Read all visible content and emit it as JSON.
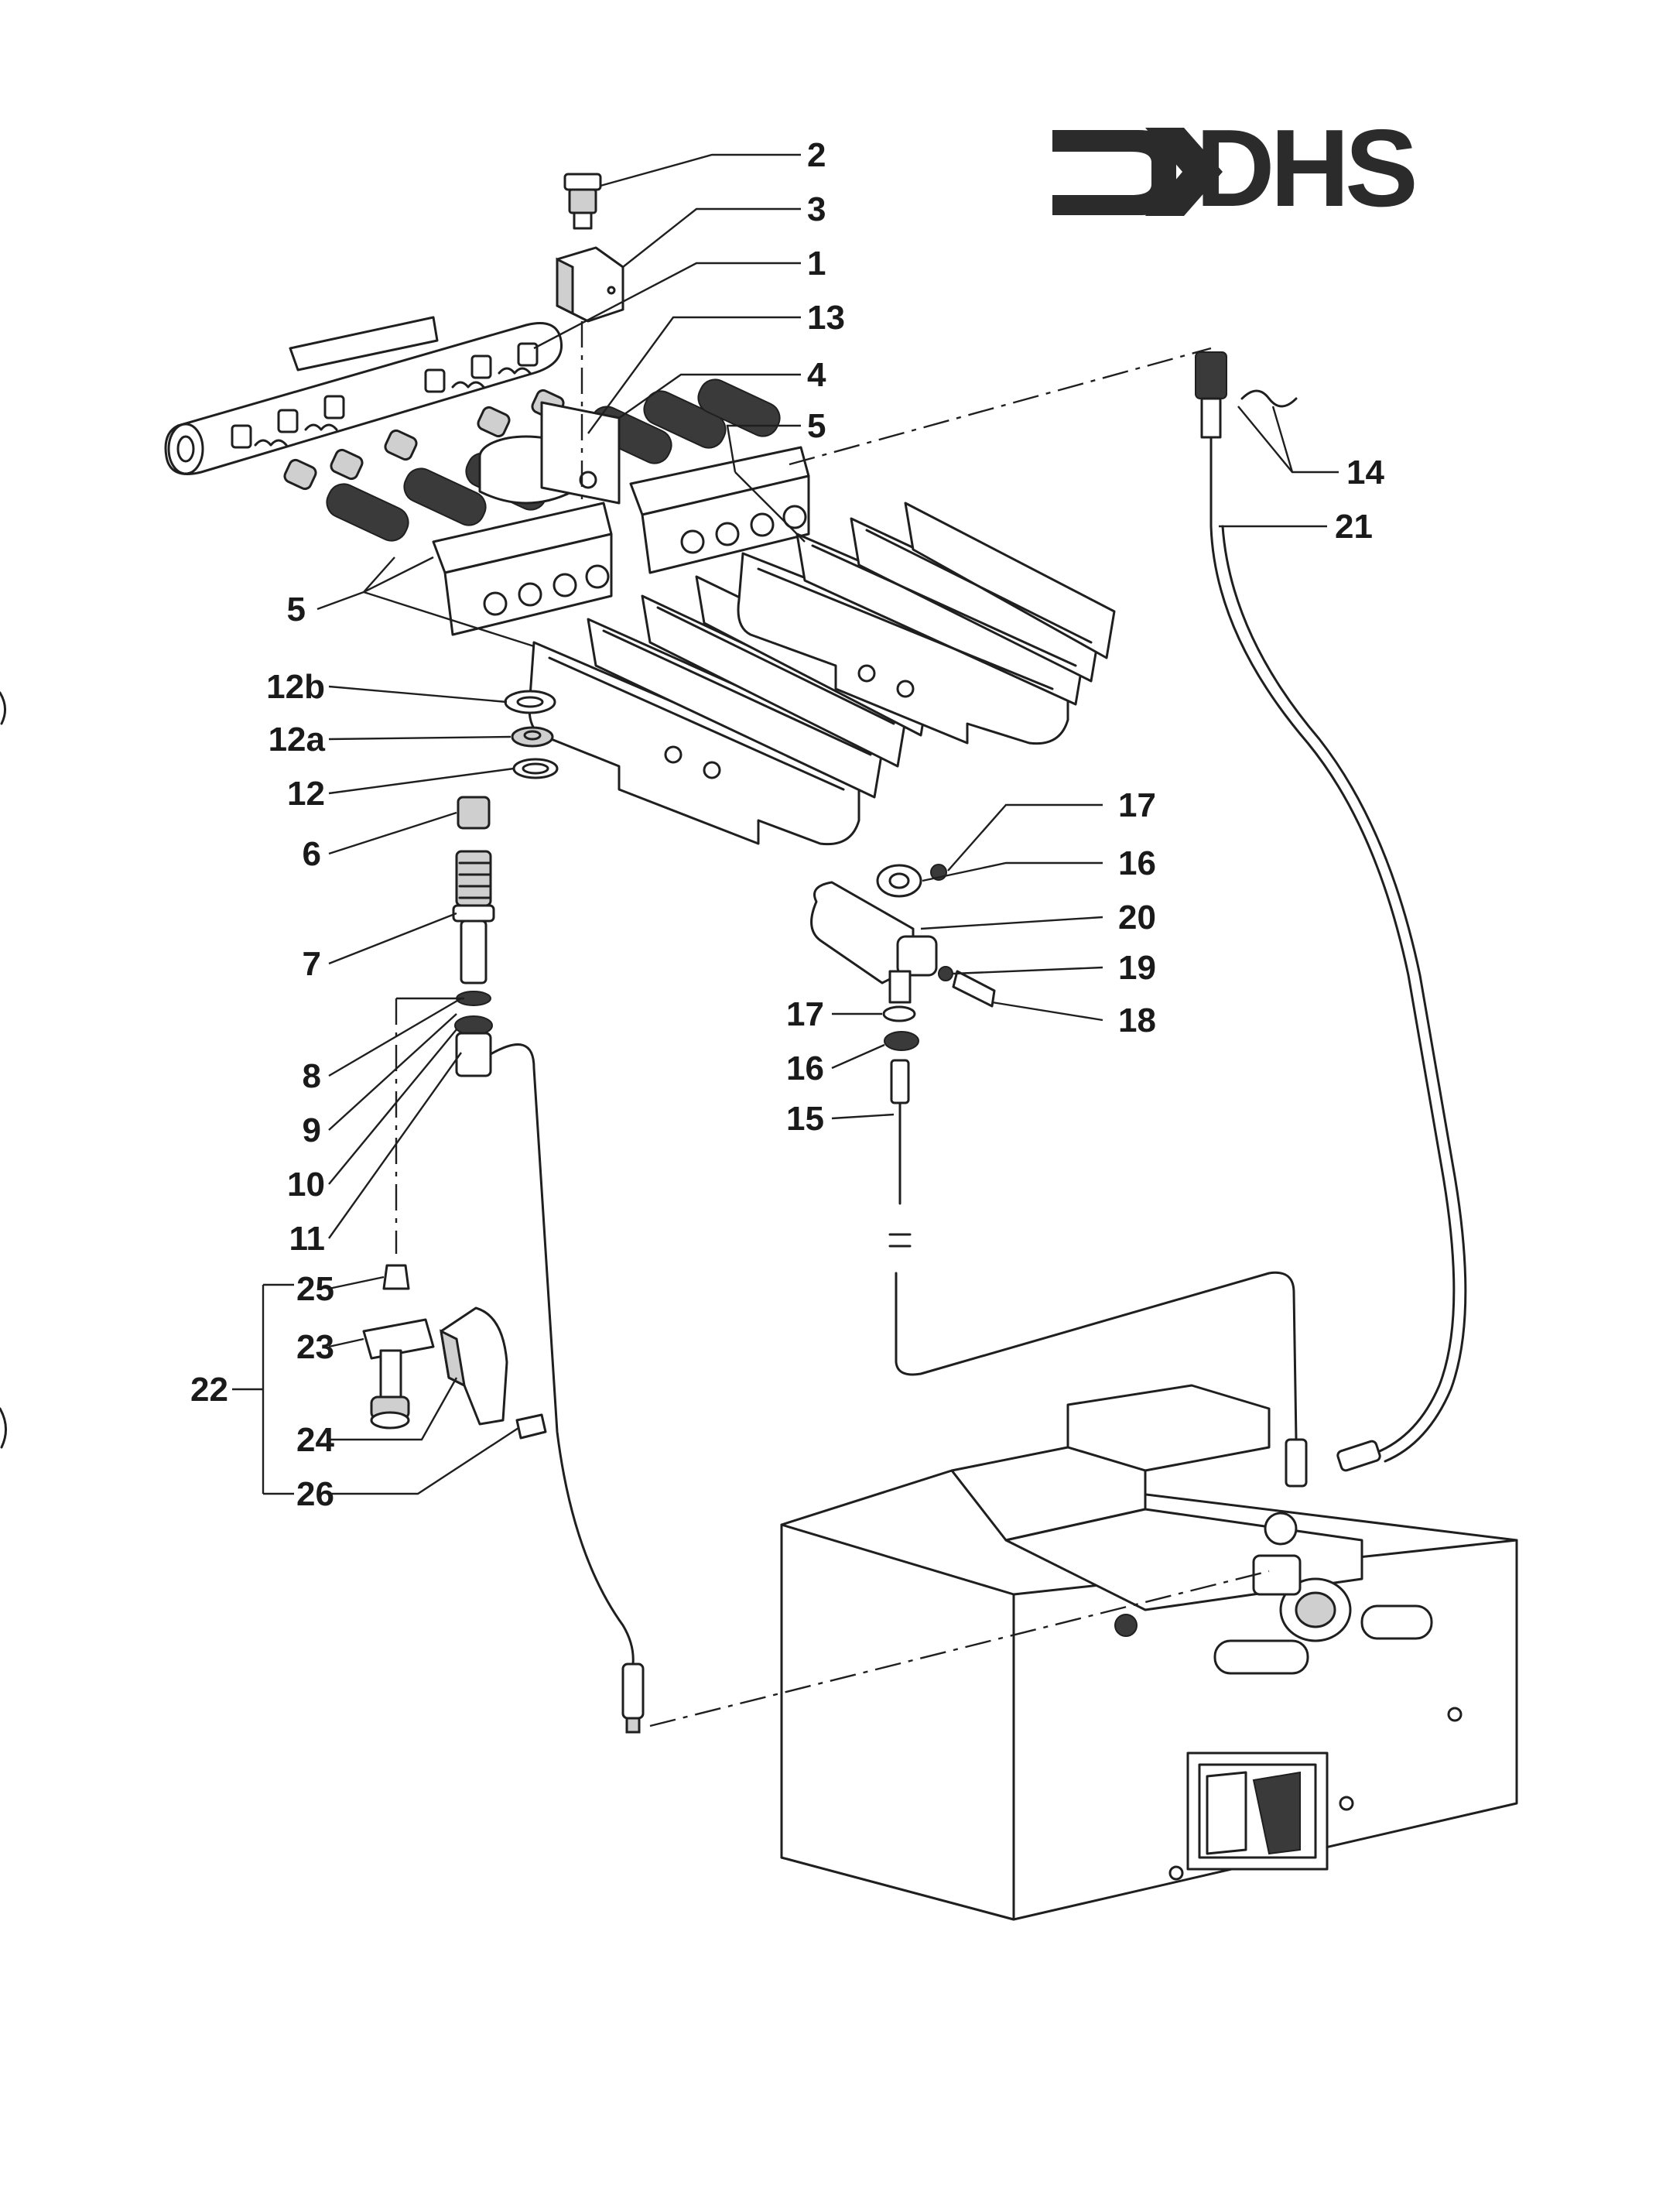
{
  "logo": {
    "text": "DHS",
    "color": "#2b2b2b"
  },
  "callouts": [
    {
      "id": "c2",
      "label": "2"
    },
    {
      "id": "c3",
      "label": "3"
    },
    {
      "id": "c1",
      "label": "1"
    },
    {
      "id": "c13",
      "label": "13"
    },
    {
      "id": "c4",
      "label": "4"
    },
    {
      "id": "c5a",
      "label": "5"
    },
    {
      "id": "c5b",
      "label": "5"
    },
    {
      "id": "c14",
      "label": "14"
    },
    {
      "id": "c21",
      "label": "21"
    },
    {
      "id": "c12b",
      "label": "12b"
    },
    {
      "id": "c12a",
      "label": "12a"
    },
    {
      "id": "c12",
      "label": "12"
    },
    {
      "id": "c6",
      "label": "6"
    },
    {
      "id": "c7",
      "label": "7"
    },
    {
      "id": "c8",
      "label": "8"
    },
    {
      "id": "c9",
      "label": "9"
    },
    {
      "id": "c10",
      "label": "10"
    },
    {
      "id": "c11",
      "label": "11"
    },
    {
      "id": "c25",
      "label": "25"
    },
    {
      "id": "c23",
      "label": "23"
    },
    {
      "id": "c22",
      "label": "22"
    },
    {
      "id": "c24",
      "label": "24"
    },
    {
      "id": "c26",
      "label": "26"
    },
    {
      "id": "c17a",
      "label": "17"
    },
    {
      "id": "c16a",
      "label": "16"
    },
    {
      "id": "c20",
      "label": "20"
    },
    {
      "id": "c19",
      "label": "19"
    },
    {
      "id": "c18",
      "label": "18"
    },
    {
      "id": "c17b",
      "label": "17"
    },
    {
      "id": "c16b",
      "label": "16"
    },
    {
      "id": "c15",
      "label": "15"
    }
  ]
}
